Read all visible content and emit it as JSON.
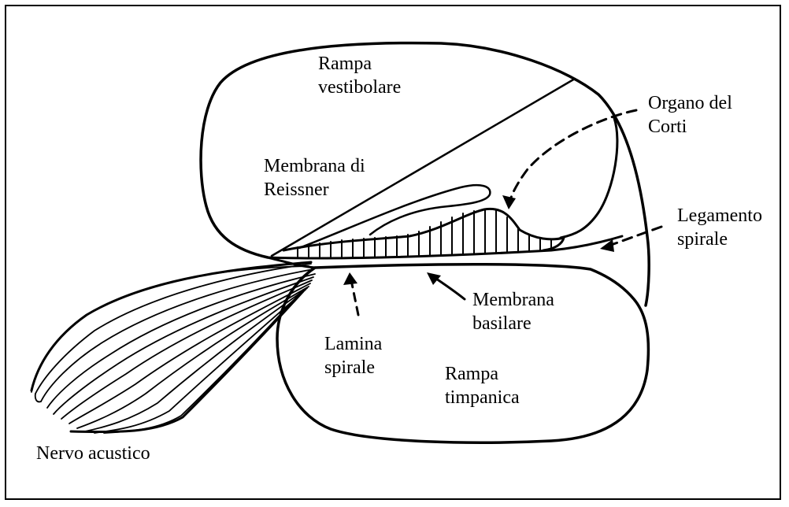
{
  "labels": {
    "rampa_vestibolare": [
      "Rampa",
      "vestibolare"
    ],
    "organo_del_corti": [
      "Organo del",
      "Corti"
    ],
    "membrana_di_reissner": [
      "Membrana di",
      "Reissner"
    ],
    "legamento_spirale": [
      "Legamento",
      "spirale"
    ],
    "membrana_basilare": [
      "Membrana",
      "basilare"
    ],
    "lamina_spirale": [
      "Lamina",
      "spirale"
    ],
    "rampa_timpanica": [
      "Rampa",
      "timpanica"
    ],
    "nervo_acustico": "Nervo acustico"
  },
  "colors": {
    "ink": "#000000",
    "background": "#ffffff"
  }
}
